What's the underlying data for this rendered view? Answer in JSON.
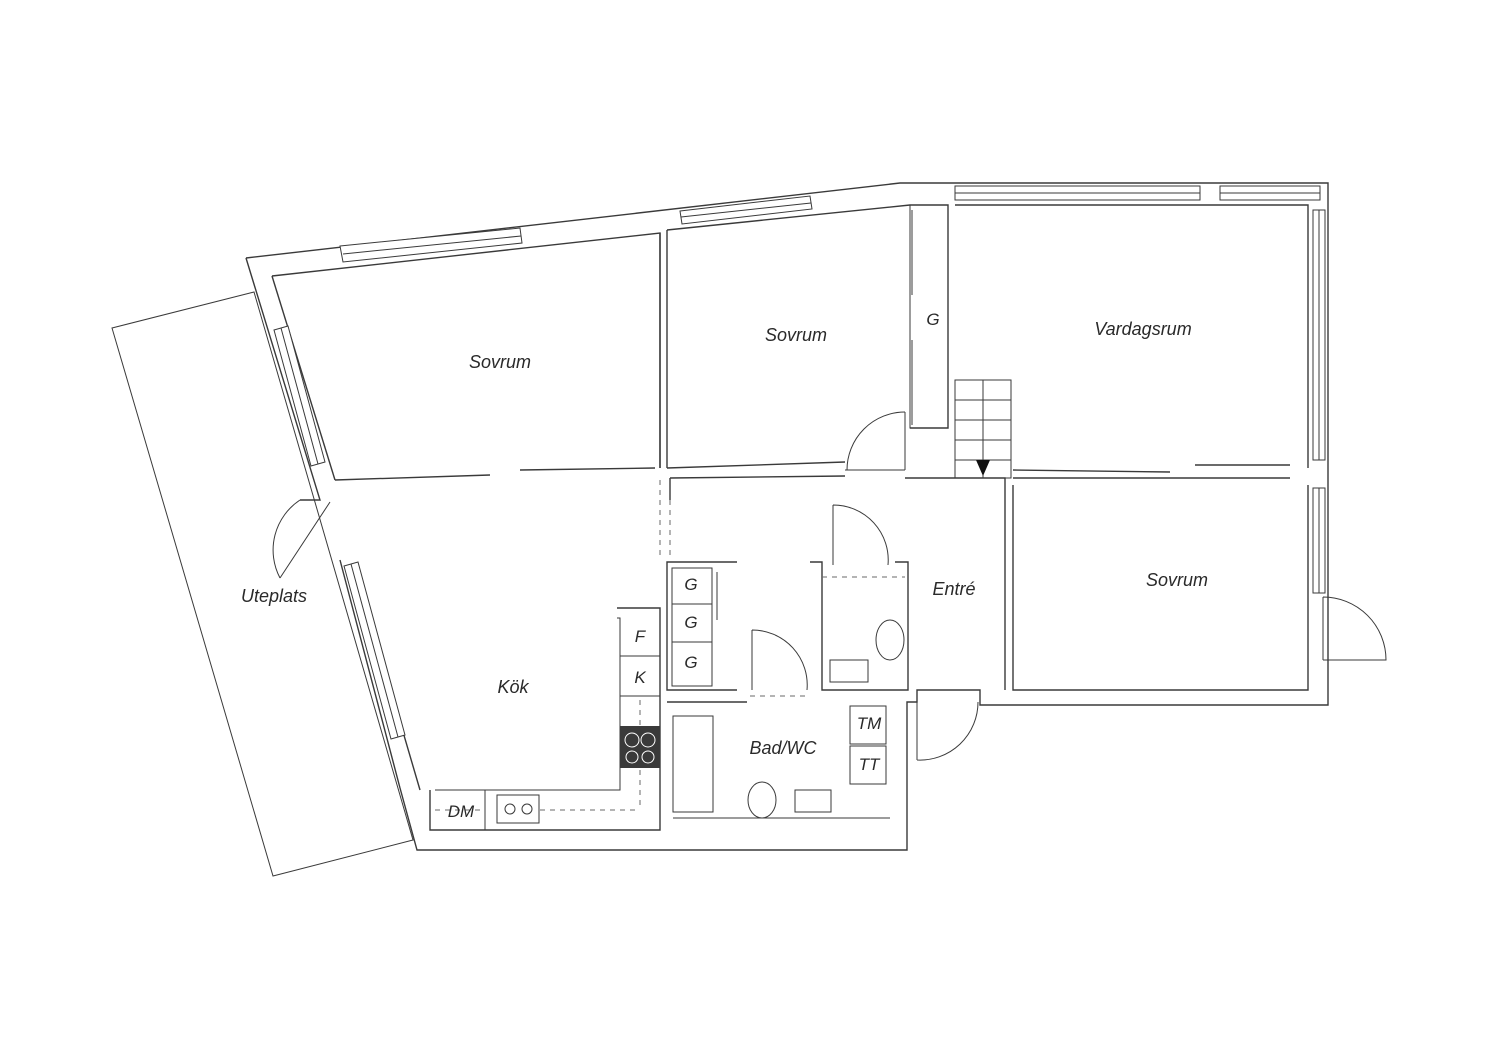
{
  "floorplan": {
    "rooms": {
      "sovrum_west": "Sovrum",
      "sovrum_middle": "Sovrum",
      "vardagsrum": "Vardagsrum",
      "sovrum_east": "Sovrum",
      "kok": "Kök",
      "entre": "Entré",
      "bad_wc": "Bad/WC",
      "uteplats": "Uteplats"
    },
    "fixtures": {
      "garderob_hall": "G",
      "garderob_1": "G",
      "garderob_2": "G",
      "garderob_3": "G",
      "kyl": "F",
      "frys": "K",
      "diskmaskin": "DM",
      "tvattmaskin": "TM",
      "torktumlare": "TT"
    }
  }
}
